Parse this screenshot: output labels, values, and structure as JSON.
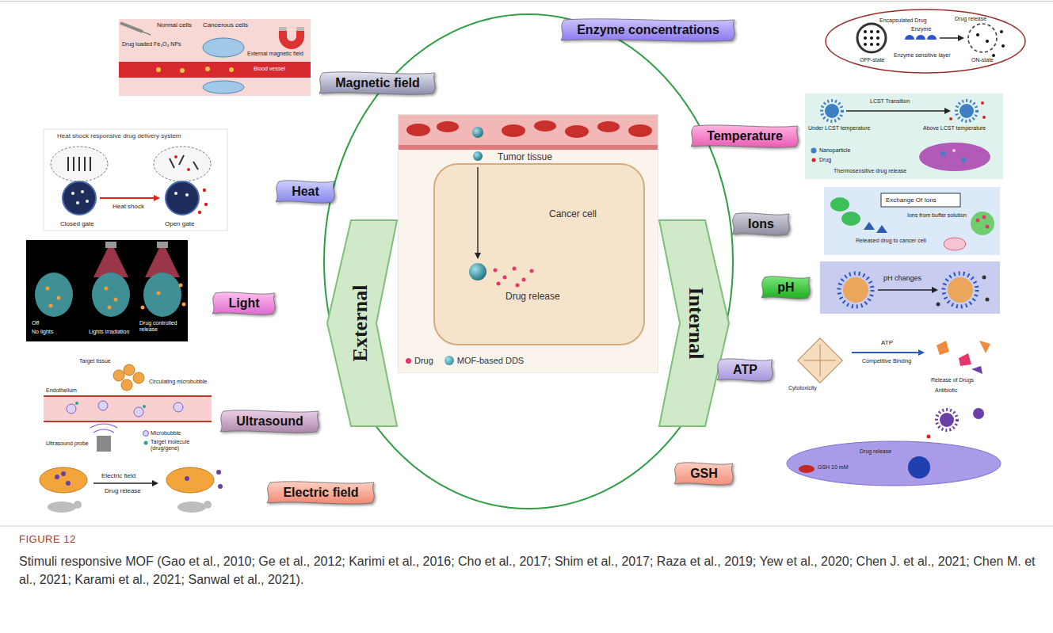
{
  "diagram": {
    "caption": "Stimuli responsive MOF (Gao et al., 2010; Ge et al., 2012; Karimi et al., 2016; Cho et al., 2017; Shim et al., 2017; Raza et al., 2019; Yew et al., 2020; Chen J. et al., 2021; Chen M. et al., 2021; Karami et al., 2021; Sanwal et al., 2021).",
    "nodes": [
      {
        "text": [
          "Magnetic field"
        ]
      },
      {
        "text": [
          "Heat"
        ]
      },
      {
        "text": [
          "Light"
        ]
      },
      {
        "text": [
          "Ultrasound"
        ]
      },
      {
        "text": [
          "Electric field"
        ]
      },
      {
        "text": [
          "External"
        ]
      },
      {
        "text": [
          "Tumor tissue",
          "Cancer cell",
          "Drug release"
        ]
      },
      {
        "text": [
          "Internal"
        ]
      },
      {
        "text": [
          "Enzyme concentrations"
        ]
      },
      {
        "text": [
          "Temperature"
        ]
      },
      {
        "text": [
          "Ions"
        ]
      },
      {
        "text": [
          "pH"
        ]
      },
      {
        "text": [
          "ATP"
        ]
      },
      {
        "text": [
          "GSH"
        ]
      }
    ],
    "labels": [
      "Normal cells",
      "Cancerous cells",
      "External magnetic field",
      "Drug loaded Fe₃O₄ NPs",
      "Blood vessel",
      "Heat shock responsive drug delivery system",
      "Closed gate",
      "Heat shock",
      "Open gate",
      "Off",
      "No lights",
      "Lights irradiation",
      "Drug controlled release",
      "Target tissue",
      "Endothelium",
      "Circulating microbubble",
      "Ultrasound probe",
      "Microbubble",
      "Target molecule (drug/gene)",
      "Electric field",
      "Drug release",
      "Encapsulated Drug",
      "Enzyme",
      "Enzyme sensitive layer",
      "Drug release",
      "OFF-state",
      "ON-state",
      "LCST Transition",
      "Under LCST temperature",
      "Above LCST temperature",
      "Nanoparticle",
      "Drug",
      "Thermosensitive drug release",
      "Exchange Of Ions",
      "Ions from buffer solution",
      "Released drug to cancer cell",
      "pH changes",
      "ATP",
      "Competitive Binding",
      "Release of Drugs",
      "Cytotoxicity",
      "Antibiotic",
      "GSH 10 mM",
      "Drug release",
      "FIGURE 12"
    ],
    "legend": [
      {
        "text": "Drug",
        "color": "#e8356b"
      },
      {
        "text": "MOF-based DDS"
      }
    ]
  }
}
